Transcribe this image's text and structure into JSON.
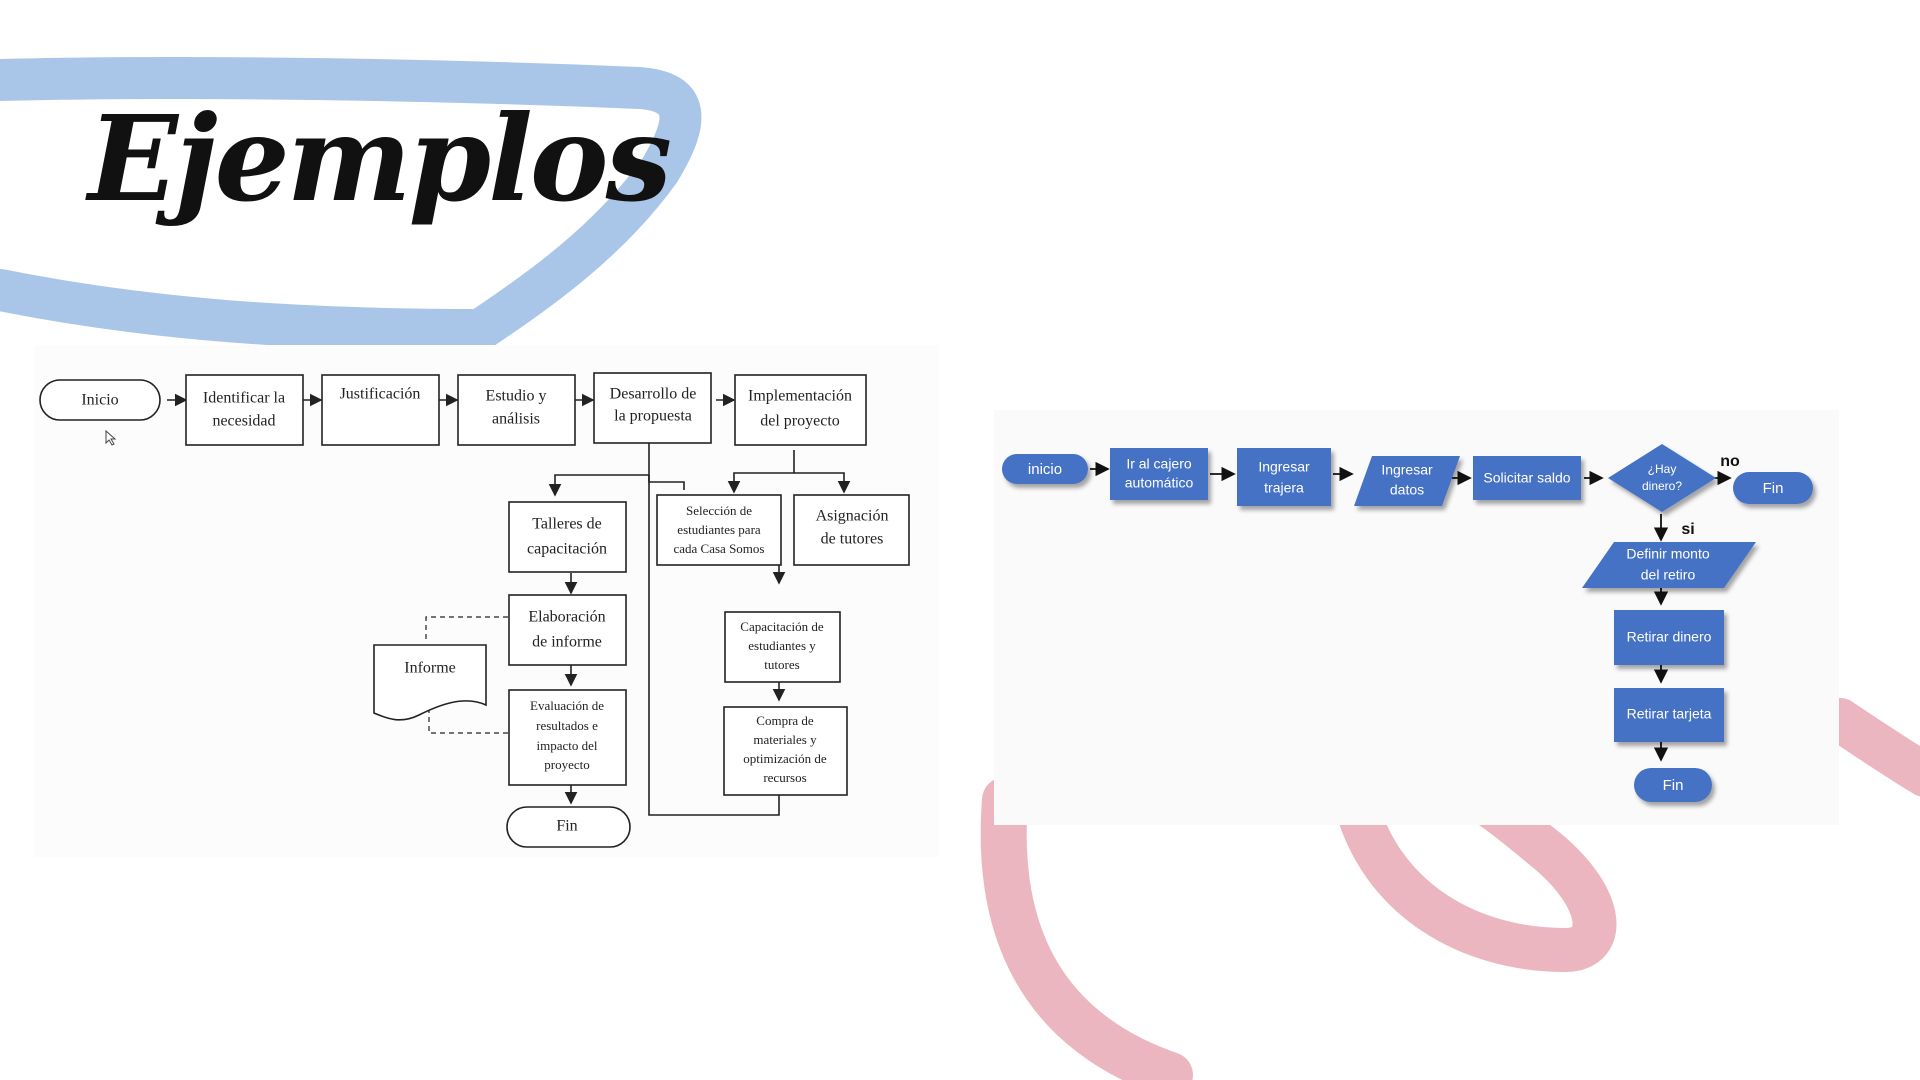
{
  "slide": {
    "title": "Ejemplos",
    "colors": {
      "blue_stroke": "#a9c6e8",
      "pink_stroke": "#ecb6c0",
      "flow_blue": "#4472c4"
    }
  },
  "left_flowchart": {
    "nodes": {
      "inicio": [
        "Inicio"
      ],
      "identificar": [
        "Identificar la",
        "necesidad"
      ],
      "justificacion": [
        "Justificación"
      ],
      "estudio": [
        "Estudio y",
        "análisis"
      ],
      "desarrollo": [
        "Desarrollo de",
        "la propuesta"
      ],
      "implementacion": [
        "Implementación",
        "del proyecto"
      ],
      "talleres": [
        "Talleres de",
        "capacitación"
      ],
      "elaboracion": [
        "Elaboración",
        "de informe"
      ],
      "informe": [
        "Informe"
      ],
      "evaluacion": [
        "Evaluación de",
        "resultados e",
        "impacto del",
        "proyecto"
      ],
      "fin": [
        "Fin"
      ],
      "seleccion": [
        "Selección de",
        "estudiantes para",
        "cada Casa Somos"
      ],
      "asignacion": [
        "Asignación",
        "de tutores"
      ],
      "capacitacion": [
        "Capacitación de",
        "estudiantes y",
        "tutores"
      ],
      "compra": [
        "Compra de",
        "materiales y",
        "optimización de",
        "recursos"
      ]
    }
  },
  "right_flowchart": {
    "nodes": {
      "inicio": [
        "inicio"
      ],
      "cajero": [
        "Ir al cajero",
        "automático"
      ],
      "tarjeta": [
        "Ingresar",
        "trajera"
      ],
      "datos": [
        "Ingresar",
        "datos"
      ],
      "saldo": [
        "Solicitar saldo"
      ],
      "decision": [
        "¿Hay",
        "dinero?"
      ],
      "fin_no": [
        "Fin"
      ],
      "monto": [
        "Definir monto",
        "del retiro"
      ],
      "retirar_dinero": [
        "Retirar dinero"
      ],
      "retirar_tarjeta": [
        "Retirar tarjeta"
      ],
      "fin": [
        "Fin"
      ]
    },
    "labels": {
      "no": "no",
      "si": "si"
    }
  }
}
